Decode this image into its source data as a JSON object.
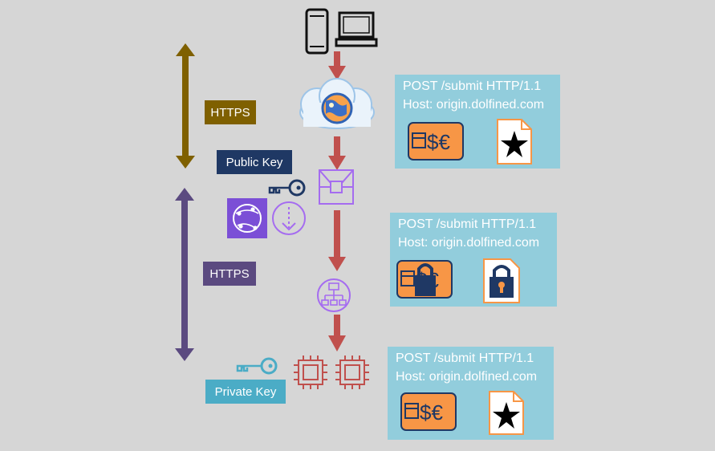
{
  "labels": {
    "https_top": "HTTPS",
    "public_key": "Public Key",
    "https_bottom": "HTTPS",
    "private_key": "Private Key"
  },
  "requests": [
    {
      "line1": "POST /submit HTTP/1.1",
      "line2": "Host: origin.dolfined.com",
      "icons": [
        "payment-card-icon",
        "document-star-icon"
      ]
    },
    {
      "line1": "POST /submit HTTP/1.1",
      "line2": "Host: origin.dolfined.com",
      "icons": [
        "encrypted-payment-card-icon",
        "encrypted-document-icon"
      ]
    },
    {
      "line1": "POST /submit HTTP/1.1",
      "line2": "Host: origin.dolfined.com",
      "icons": [
        "payment-card-icon",
        "document-star-icon"
      ]
    }
  ],
  "icons": [
    "mobile-phone-icon",
    "laptop-icon",
    "cloud-globe-icon",
    "edge-function-icon",
    "key-icon",
    "cloudfront-icon",
    "field-encryption-icon",
    "load-balancer-icon",
    "server-chip-icon"
  ],
  "colors": {
    "https_top": "#7f6000",
    "public_key": "#1f3864",
    "https_bottom": "#5b4a80",
    "private_key": "#4bacc6",
    "flow_arrow": "#c0504d",
    "panel": "#92cddc",
    "purple_icon": "#a56cf0",
    "orange_fill": "#f79646"
  }
}
